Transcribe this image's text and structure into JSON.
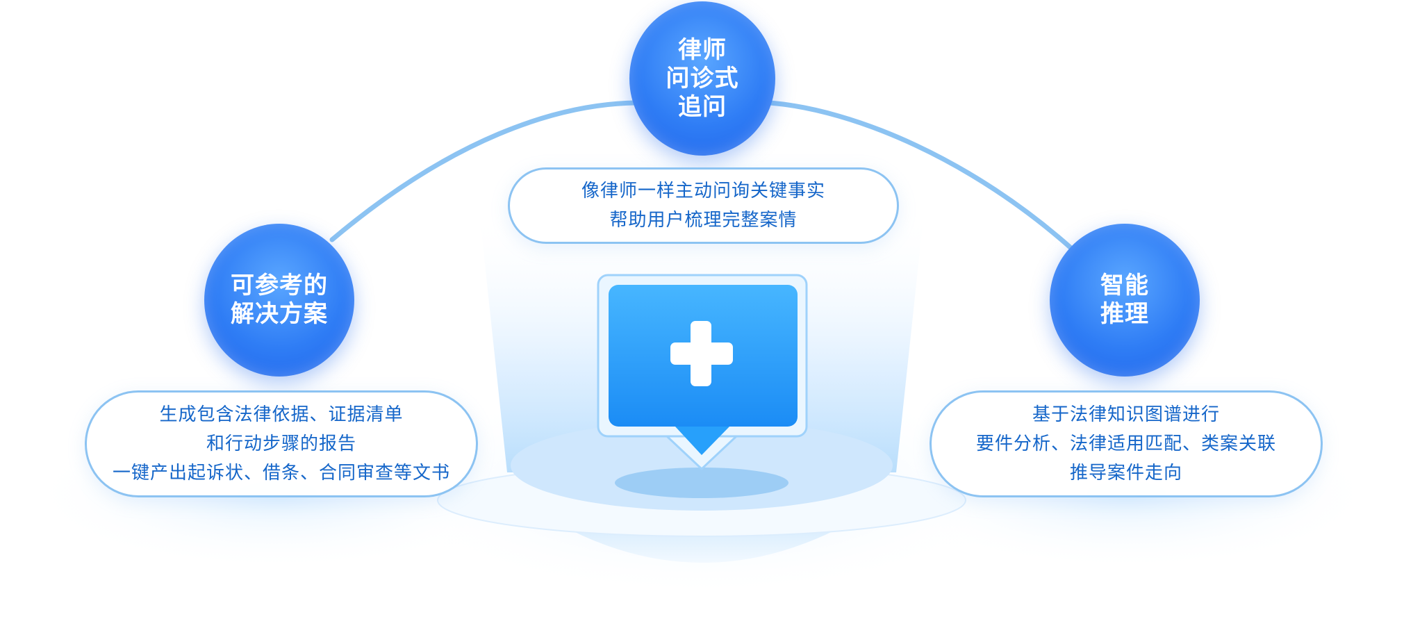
{
  "center": {
    "icon": "medical-cross-chat-icon",
    "title": "律师\n问诊式\n追问",
    "desc": [
      "像律师一样主动问询关键事实",
      "帮助用户梳理完整案情"
    ]
  },
  "left": {
    "title": "可参考的\n解决方案",
    "desc": [
      "生成包含法律依据、证据清单",
      "和行动步骤的报告",
      "一键产出起诉状、借条、合同审查等文书"
    ]
  },
  "right": {
    "title": "智能\n推理",
    "desc": [
      "基于法律知识图谱进行",
      "要件分析、法律适用匹配、类案关联",
      "推导案件走向"
    ]
  },
  "colors": {
    "node_blue": "#2f7df5",
    "text_blue": "#1566c9",
    "arc_blue": "#8cc3f2",
    "border_blue": "#8cc3f2"
  }
}
